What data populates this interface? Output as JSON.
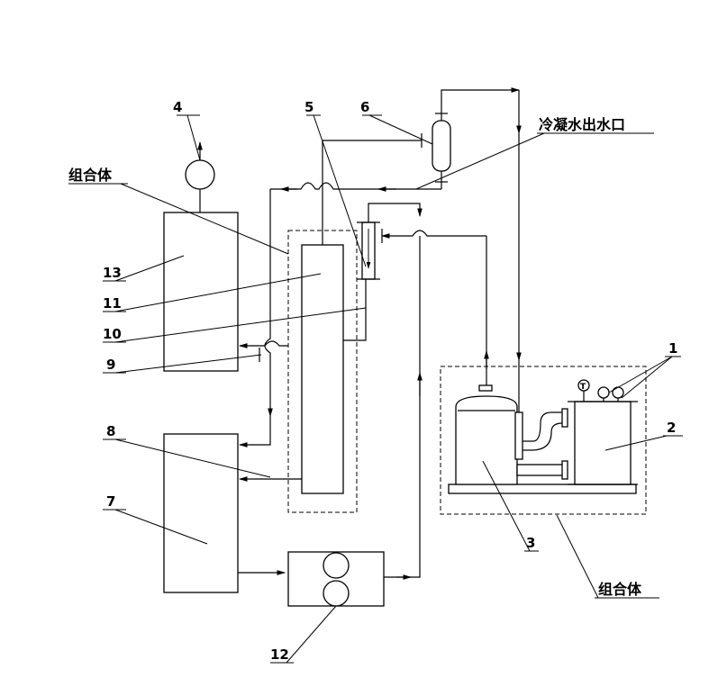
{
  "labels": {
    "n1": "1",
    "n2": "2",
    "n3": "3",
    "n4": "4",
    "n5": "5",
    "n6": "6",
    "n7": "7",
    "n8": "8",
    "n9": "9",
    "n10": "10",
    "n11": "11",
    "n12": "12",
    "n13": "13",
    "assembly_left": "组合体",
    "assembly_right": "组合体",
    "condensate_outlet": "冷凝水出水口",
    "gauge_t": "T"
  }
}
